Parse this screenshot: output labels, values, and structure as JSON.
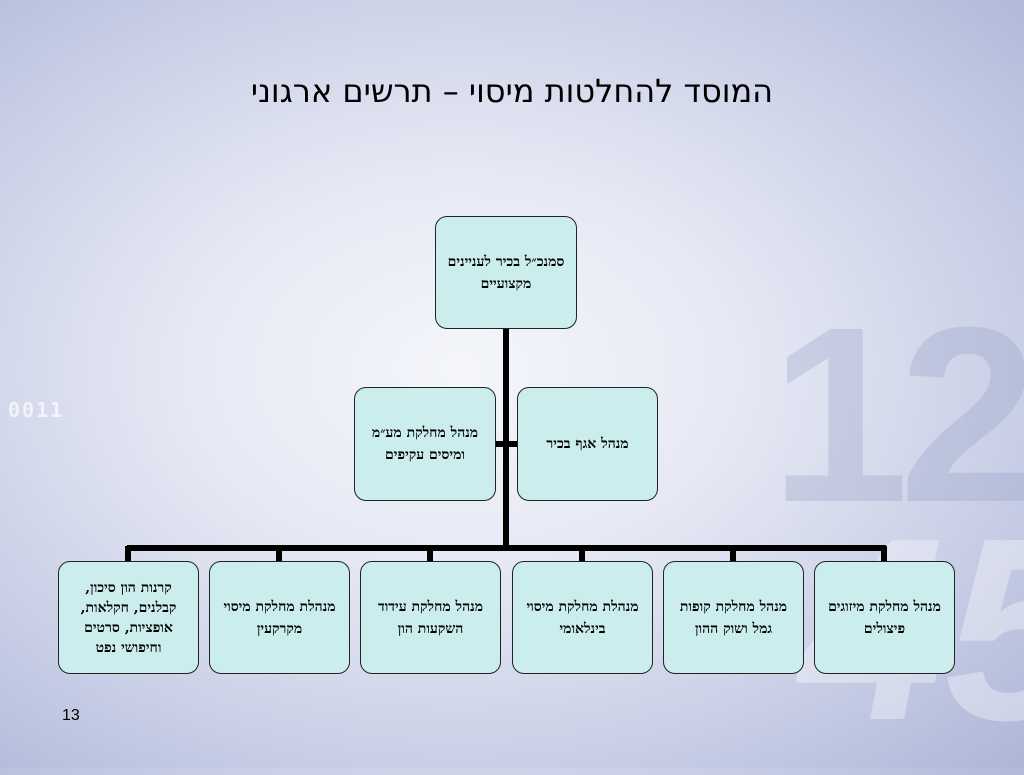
{
  "slide": {
    "title": "המוסד להחלטות מיסוי – תרשים ארגוני",
    "page_number": "13",
    "decor": {
      "numbers_big": "12",
      "numbers_small": "45",
      "binary": "0011"
    }
  },
  "org_chart": {
    "top": "סמנכ״ל בכיר לעניינים מקצועיים",
    "middle_left": "מנהל מחלקת מע״מ ומיסים עקיפים",
    "middle_right": "מנהל אגף בכיר",
    "bottom": [
      "קרנות הון סיכון, קבלנים, חקלאות, אופציות, סרטים וחיפושי נפט",
      "מנהלת מחלקת מיסוי מקרקעין",
      "מנהל מחלקת עידוד השקעות הון",
      "מנהלת מחלקת מיסוי בינלאומי",
      "מנהל מחלקת קופות גמל ושוק ההון",
      "מנהל מחלקת מיזוגים פיצולים"
    ]
  }
}
